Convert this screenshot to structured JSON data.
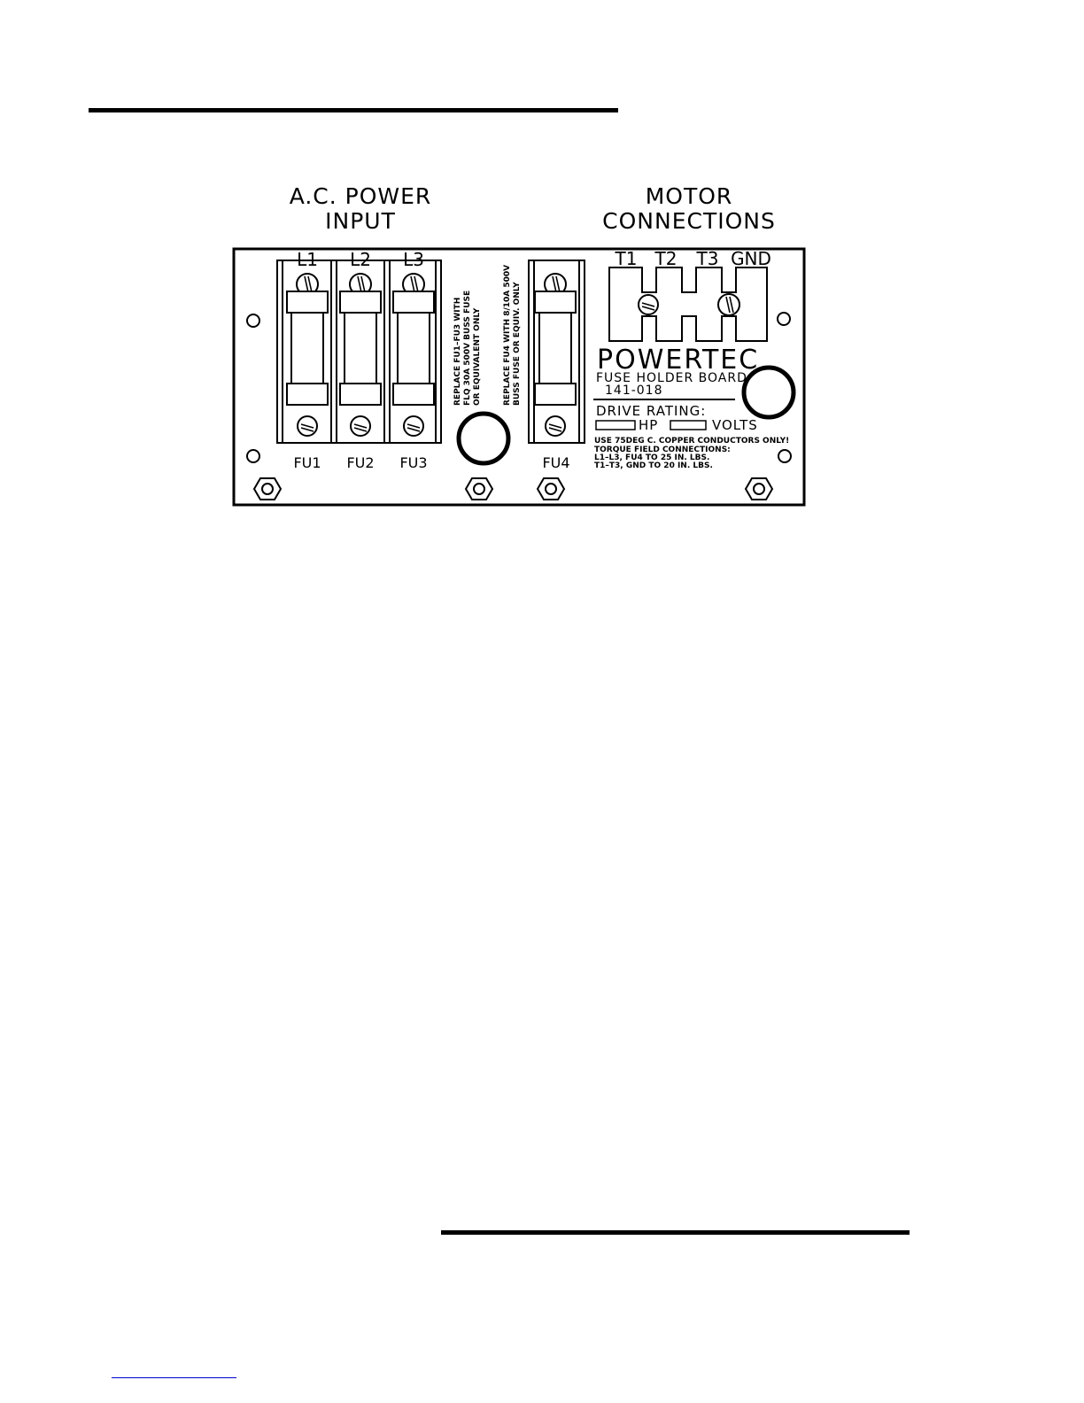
{
  "headings": {
    "ac_power_line1": "A.C.  POWER",
    "ac_power_line2": "INPUT",
    "motor_line1": "MOTOR",
    "motor_line2": "CONNECTIONS"
  },
  "terminals": {
    "line": [
      "L1",
      "L2",
      "L3"
    ],
    "motor": [
      "T1",
      "T2",
      "T3",
      "GND"
    ]
  },
  "fuses": [
    "FU1",
    "FU2",
    "FU3",
    "FU4"
  ],
  "notes": {
    "fu1_3": [
      "REPLACE FU1–FU3 WITH",
      "FLQ 30A 500V BUSS FUSE",
      "OR EQUIVALENT ONLY"
    ],
    "fu4": [
      "REPLACE FU4 WITH 8/10A 500V",
      "BUSS FUSE OR EQUIV. ONLY"
    ]
  },
  "board": {
    "brand": "POWERTEC",
    "name": "FUSE HOLDER BOARD",
    "part_number": "141-018",
    "rating_title": "DRIVE RATING:",
    "hp_label": "HP",
    "volts_label": "VOLTS",
    "conductor_note": "USE 75DEG C. COPPER CONDUCTORS ONLY!",
    "torque_title": "TORQUE FIELD CONNECTIONS:",
    "torque_l": "L1–L3, FU4 TO 25 IN. LBS.",
    "torque_t": "T1–T3, GND TO 20 IN. LBS."
  }
}
